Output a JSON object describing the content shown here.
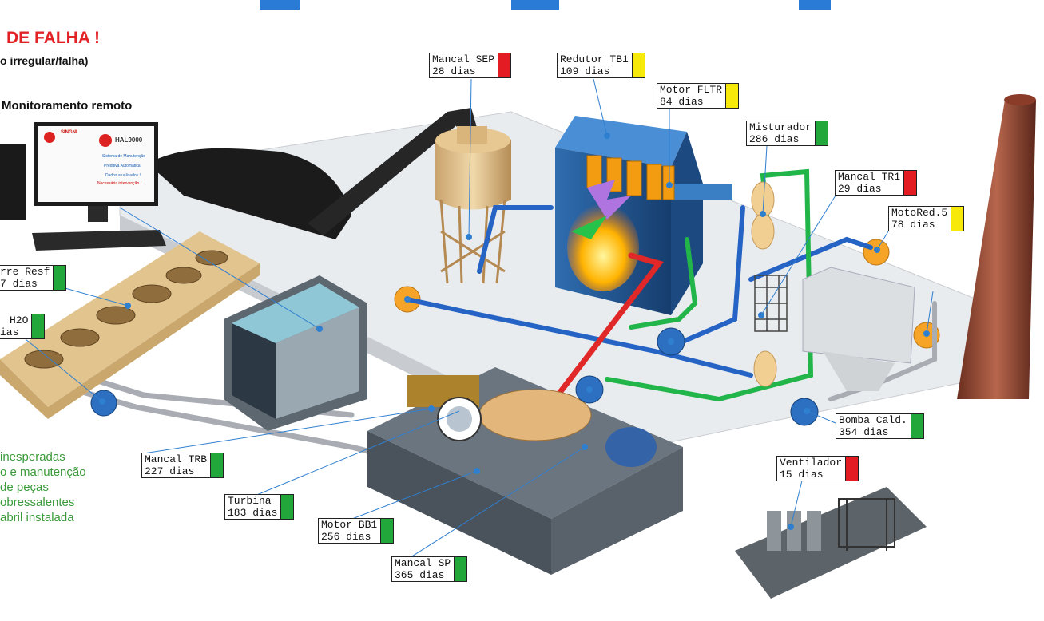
{
  "header": {
    "alert_title": "DE FALHA !",
    "alert_subtitle": "o irregular/falha)",
    "monitoring_title": "Monitoramento remoto"
  },
  "monitor_screen": {
    "brand_left": "SINGNI",
    "brand_right": "HAL9000",
    "lines": [
      "Sistema de Manutenção",
      "Preditiva Automática",
      "Dados atualizados !",
      "Necessária intervenção !"
    ]
  },
  "benefits": [
    "inesperadas",
    "o e manutenção",
    "de peças",
    "obressalentes",
    "abril instalada"
  ],
  "status_colors": {
    "ok": "#22a83a",
    "warning": "#f7ea0b",
    "critical": "#e31b23"
  },
  "tags": [
    {
      "id": "mancal-sep",
      "name": "Mancal SEP",
      "days": "28 dias",
      "status": "critical"
    },
    {
      "id": "redutor-tb1",
      "name": "Redutor TB1",
      "days": "109 dias",
      "status": "warning"
    },
    {
      "id": "motor-fltr",
      "name": "Motor FLTR",
      "days": "84 dias",
      "status": "warning"
    },
    {
      "id": "misturador",
      "name": "Misturador",
      "days": "286 dias",
      "status": "ok"
    },
    {
      "id": "mancal-tr1",
      "name": "Mancal TR1",
      "days": "29 dias",
      "status": "critical"
    },
    {
      "id": "motored-5",
      "name": "MotoRed.5",
      "days": "78 dias",
      "status": "warning"
    },
    {
      "id": "torre-resf",
      "name": "rre Resf",
      "days": "7 dias",
      "status": "ok"
    },
    {
      "id": "h2o",
      "name": "H2O",
      "days": "ias",
      "status": "ok"
    },
    {
      "id": "mancal-trb",
      "name": "Mancal TRB",
      "days": "227 dias",
      "status": "ok"
    },
    {
      "id": "turbina",
      "name": "Turbina",
      "days": "183 dias",
      "status": "ok"
    },
    {
      "id": "motor-bb1",
      "name": "Motor BB1",
      "days": "256 dias",
      "status": "ok"
    },
    {
      "id": "mancal-sp",
      "name": "Mancal SP",
      "days": "365 dias",
      "status": "ok"
    },
    {
      "id": "bomba-cald",
      "name": "Bomba Cald.",
      "days": "354 dias",
      "status": "ok"
    },
    {
      "id": "ventilador",
      "name": "Ventilador",
      "days": "15 dias",
      "status": "critical"
    }
  ]
}
